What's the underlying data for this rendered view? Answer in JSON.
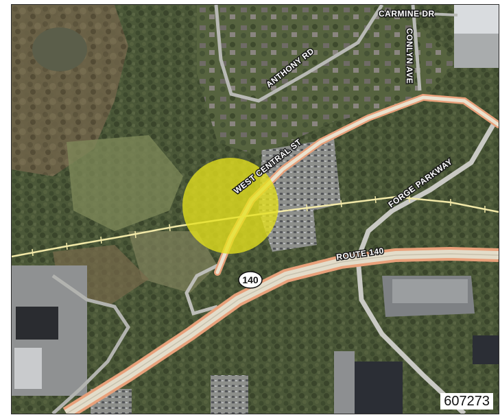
{
  "map": {
    "kind": "aerial-photo",
    "highlight_color": "#e6e21e",
    "colors": {
      "road_casing": "#e8a07a",
      "road_fill": "#e9e2cf",
      "rail_line": "#f2e9a8",
      "vegetation": "#4e5a3c"
    }
  },
  "streets": {
    "carmine_dr": "CARMINE DR",
    "conlyn_ave": "CONLYN AVE",
    "anthony_rd": "ANTHONY RD",
    "west_central_st": "WEST CENTRAL ST",
    "forge_parkway": "FORGE PARKWAY",
    "route_140": "ROUTE 140"
  },
  "shield": {
    "route_number": "140"
  },
  "map_id": "607273"
}
